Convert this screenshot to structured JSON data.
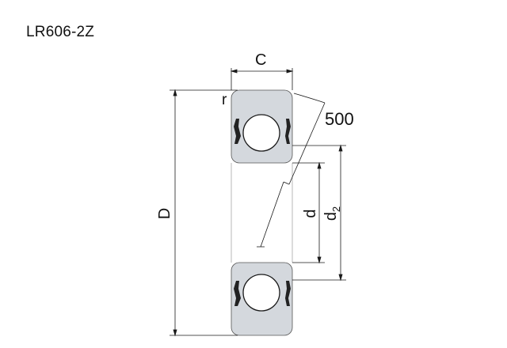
{
  "title": "LR606-2Z",
  "labels": {
    "width": "C",
    "corner": "r",
    "radius": "500",
    "outer_diameter": "D",
    "bore": "d",
    "inner_ring_diameter": "d",
    "inner_ring_subscript": "2"
  },
  "colors": {
    "ring_fill": "#d4d8dd",
    "line": "#1a1a1a",
    "shield": "#222222"
  }
}
